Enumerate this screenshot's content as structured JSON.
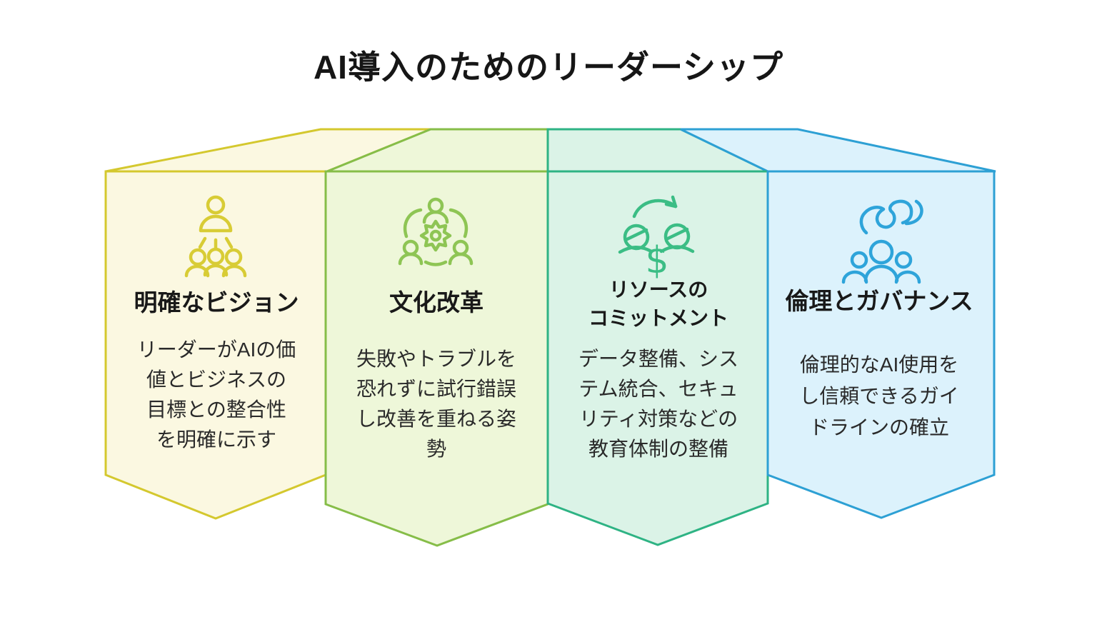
{
  "page": {
    "title": "AI導入のためのリーダーシップ",
    "title_color": "#161616",
    "background": "#ffffff"
  },
  "cards": [
    {
      "title_lines": [
        "明確なビジョン"
      ],
      "body_lines": [
        "リーダーがAIの価",
        "値とビジネスの",
        "目標との整合性",
        "を明確に示す"
      ],
      "icon": "leader-presenting-to-team",
      "accent": "#d4c82e",
      "fill": "#fbf8e1",
      "icon_color": "#d8cc35"
    },
    {
      "title_lines": [
        "文化改革"
      ],
      "body_lines": [
        "失敗やトラブルを",
        "恐れずに試行錯誤",
        "し改善を重ねる姿",
        "勢"
      ],
      "icon": "team-collaboration-gear",
      "accent": "#86bd48",
      "fill": "#eef7d9",
      "icon_color": "#8ec554"
    },
    {
      "title_lines": [
        "リソースの",
        "コミットメント"
      ],
      "body_lines": [
        "データ整備、シス",
        "テム統合、セキュ",
        "リティ対策などの",
        "教育体制の整備"
      ],
      "icon": "funds-transfer-coins",
      "dollar_glyph": "$",
      "accent": "#2eb384",
      "fill": "#dbf3e7",
      "icon_color": "#3bbd85"
    },
    {
      "title_lines": [
        "倫理とガバナンス"
      ],
      "body_lines": [
        "倫理的なAI使用を",
        "し信頼できるガイ",
        "ドラインの確立"
      ],
      "icon": "hand-protecting-people",
      "accent": "#2da0d4",
      "fill": "#dcf2fc",
      "icon_color": "#2ea4da"
    }
  ]
}
